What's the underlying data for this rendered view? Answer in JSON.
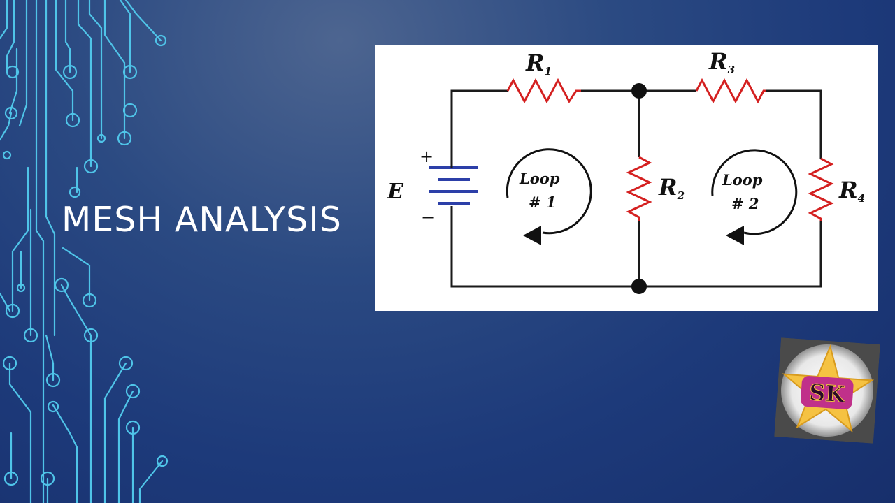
{
  "slide": {
    "title": "MESH ANALYSIS"
  },
  "circuit": {
    "source_label": "E",
    "plus_sign": "+",
    "minus_sign": "−",
    "resistors": [
      {
        "label": "R",
        "sub": "1"
      },
      {
        "label": "R",
        "sub": "2"
      },
      {
        "label": "R",
        "sub": "3"
      },
      {
        "label": "R",
        "sub": "4"
      }
    ],
    "loops": [
      {
        "line1": "Loop",
        "line2": "# 1"
      },
      {
        "line1": "Loop",
        "line2": "# 2"
      }
    ],
    "wire_color": "#1a1a1a",
    "resistor_color": "#d42020",
    "battery_color": "#2c3fa8"
  },
  "logo": {
    "text": "SK",
    "star_color": "#f5c242",
    "badge_color": "#c0308a"
  },
  "theme": {
    "trace_color": "#4fc4e8",
    "title_color": "#ffffff"
  }
}
